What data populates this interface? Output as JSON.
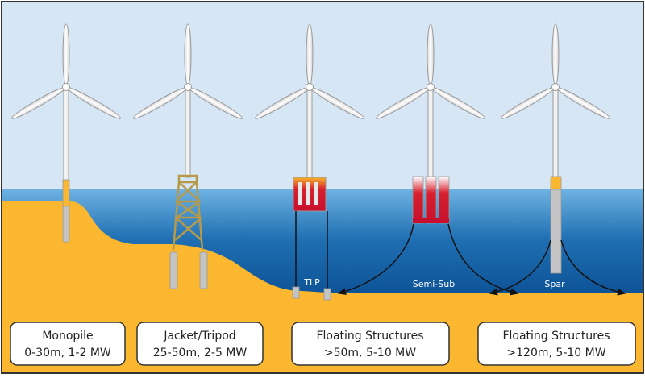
{
  "diagram": {
    "title": "Offshore wind turbine foundation types",
    "colors": {
      "sky": "#d6e6f5",
      "water_top": "#6fb3e3",
      "water_bottom": "#0b4f93",
      "seabed": "#fbb72f",
      "steel": "#c4c4c4",
      "jacket": "#b59a4a",
      "float_red": "#c8102e",
      "label_box_fill": "#ffffff",
      "frame": "#333333"
    },
    "structure_labels": [
      {
        "id": "tlp",
        "text": "TLP"
      },
      {
        "id": "semisub",
        "text": "Semi-Sub"
      },
      {
        "id": "spar",
        "text": "Spar"
      }
    ],
    "categories": [
      {
        "name": "Monopile",
        "spec": "0-30m, 1-2 MW"
      },
      {
        "name": "Jacket/Tripod",
        "spec": "25-50m, 2-5 MW"
      },
      {
        "name": "Floating Structures",
        "spec": ">50m, 5-10 MW"
      },
      {
        "name": "Floating Structures",
        "spec": ">120m, 5-10 MW"
      }
    ]
  }
}
